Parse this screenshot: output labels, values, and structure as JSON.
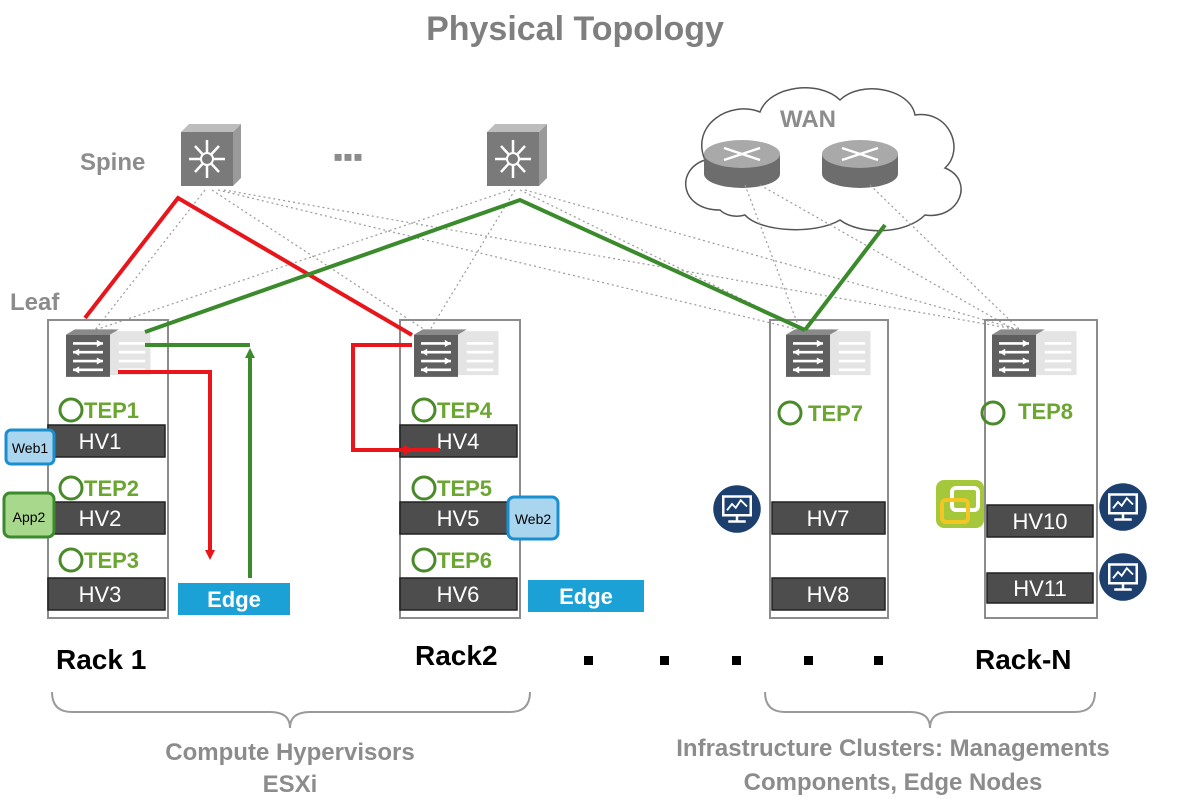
{
  "title": "Physical Topology",
  "labels": {
    "spine": "Spine",
    "leaf": "Leaf",
    "wan": "WAN",
    "ellipsis": "▪▪▪"
  },
  "racks": [
    {
      "name": "Rack 1"
    },
    {
      "name": "Rack2"
    },
    {
      "name": "Rack-N"
    }
  ],
  "teps": [
    "TEP1",
    "TEP2",
    "TEP3",
    "TEP4",
    "TEP5",
    "TEP6",
    "TEP7",
    "TEP8"
  ],
  "hypervisors": [
    "HV1",
    "HV2",
    "HV3",
    "HV4",
    "HV5",
    "HV6",
    "HV7",
    "HV8",
    "HV10",
    "HV11"
  ],
  "vms": {
    "web1": "Web1",
    "app2": "App2",
    "web2": "Web2"
  },
  "edges": [
    "Edge",
    "Edge"
  ],
  "captions": {
    "compute_line1": "Compute Hypervisors",
    "compute_line2": "ESXi",
    "infra_line1": "Infrastructure Clusters: Managements",
    "infra_line2": "Components, Edge Nodes"
  },
  "colors": {
    "red_path": "#e8161b",
    "green_path": "#3b8a2c",
    "tep_green": "#6aa630",
    "edge_blue": "#1ba1d6",
    "hv_dark": "#4d4d4d"
  },
  "icons": [
    "spine-switch-icon",
    "wan-router-icon",
    "leaf-switch-icon",
    "vm-monitor-icon",
    "vsphere-icon",
    "tep-circle-icon"
  ]
}
